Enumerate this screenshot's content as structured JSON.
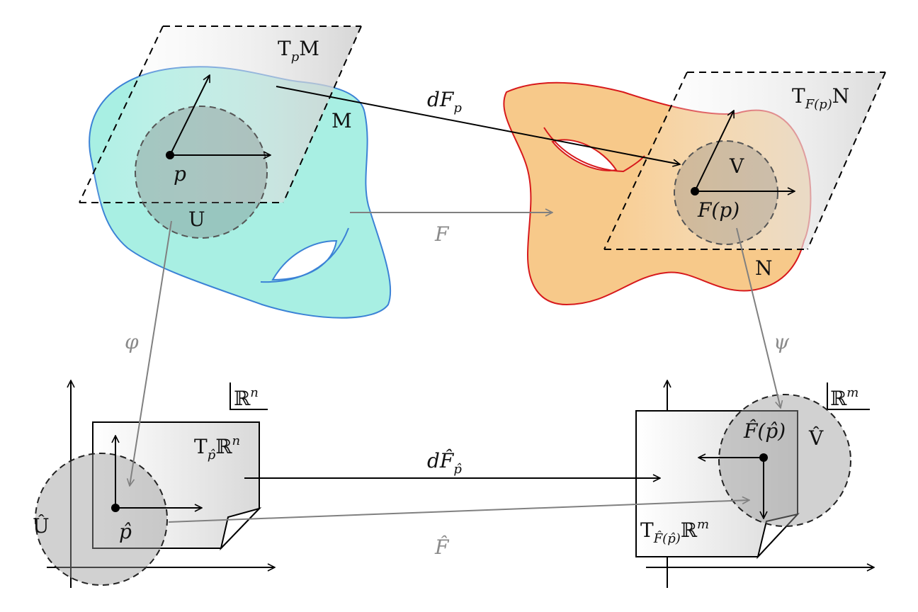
{
  "colors": {
    "manifold_m_fill": "#a8efe3",
    "manifold_m_stroke": "#3b82d6",
    "manifold_n_fill": "#f7c98a",
    "manifold_n_stroke": "#d7191c",
    "arrow_black": "#000000",
    "arrow_gray": "#808080",
    "neighborhood_fill": "#9a9a9a"
  },
  "labels": {
    "tangent_m": "T",
    "tangent_m_sub": "p",
    "tangent_m_base": "M",
    "manifold_m": "M",
    "point_p": "p",
    "open_u": "U",
    "tangent_n": "T",
    "tangent_n_sub": "F(p)",
    "tangent_n_base": "N",
    "manifold_n": "N",
    "open_v": "V",
    "point_fp": "F(p)",
    "map_dfp": "dF",
    "map_dfp_sub": "p",
    "map_f": "F",
    "chart_phi": "φ",
    "chart_psi": "ψ",
    "space_rn": "ℝ",
    "space_rn_sup": "n",
    "space_rm": "ℝ",
    "space_rm_sup": "m",
    "tangent_rn": "T",
    "tangent_rn_sub": "p̂",
    "tangent_rn_base": "ℝ",
    "tangent_rn_sup": "n",
    "tangent_rm": "T",
    "tangent_rm_sub": "F̂(p̂)",
    "tangent_rm_base": "ℝ",
    "tangent_rm_sup": "m",
    "open_u_hat": "Û",
    "point_p_hat": "p̂",
    "open_v_hat": "V̂",
    "point_f_hat_p_hat": "F̂(p̂)",
    "map_dfhat": "dF̂",
    "map_dfhat_sub": "p̂",
    "map_fhat": "F̂"
  }
}
